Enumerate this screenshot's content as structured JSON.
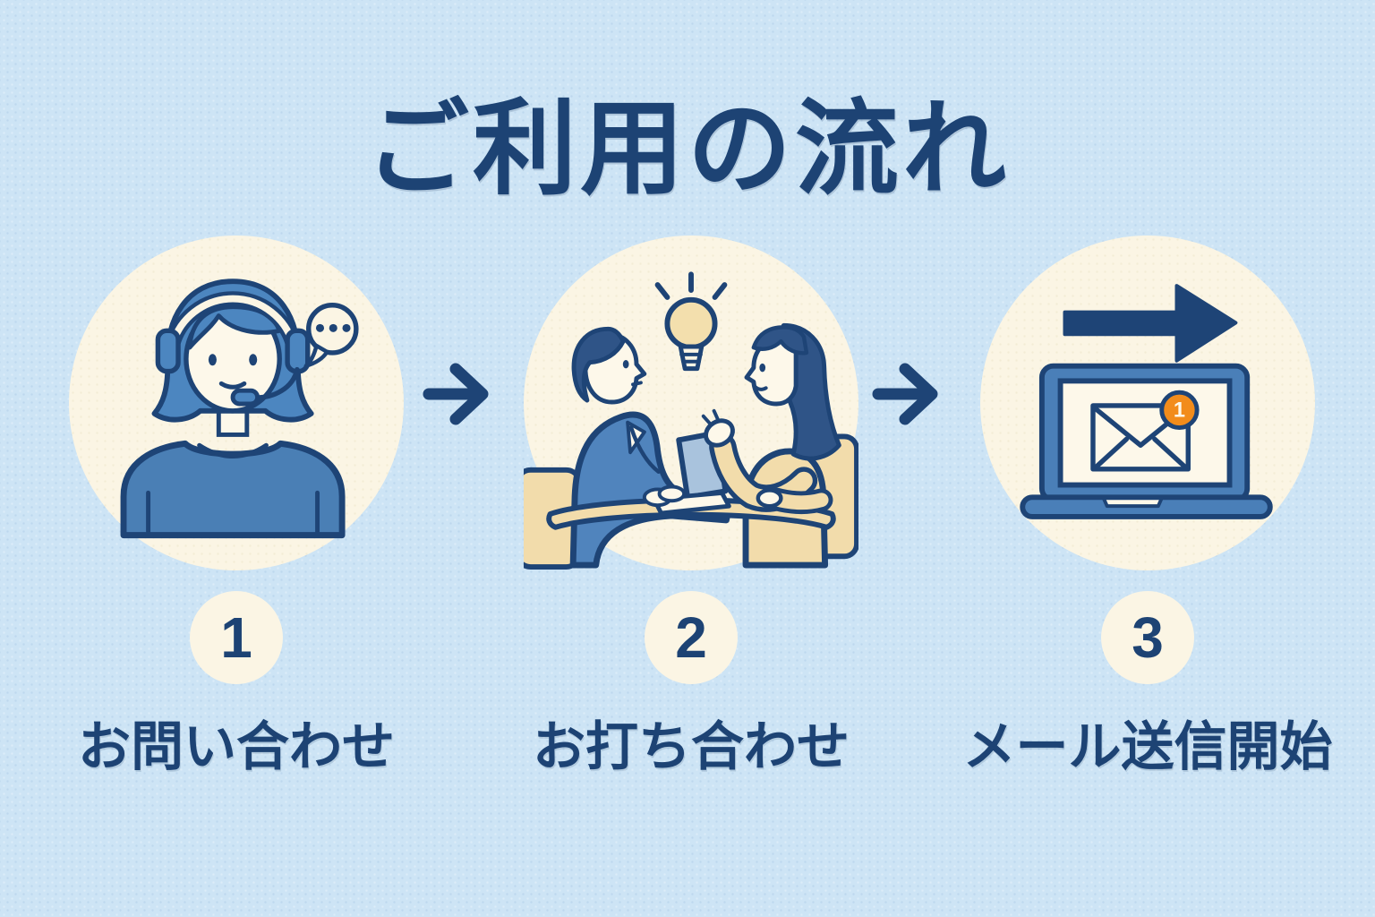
{
  "page": {
    "title": "ご利用の流れ"
  },
  "steps": [
    {
      "number": "1",
      "label": "お問い合わせ",
      "icon": "support-agent-headset-icon"
    },
    {
      "number": "2",
      "label": "お打ち合わせ",
      "icon": "meeting-discussion-lightbulb-icon"
    },
    {
      "number": "3",
      "label": "メール送信開始",
      "icon": "laptop-email-send-icon"
    }
  ],
  "badge": {
    "value": "1"
  },
  "colors": {
    "background": "#cde4f5",
    "navy": "#1e4476",
    "title_navy": "#1d4374",
    "medium_blue": "#4a7fb5",
    "suit_blue": "#5084bd",
    "hair_light_blue": "#4c86c0",
    "hair_navy": "#2f5487",
    "cream_circle": "#fbf5e4",
    "skin_cream": "#fdf8ea",
    "tan": "#f2dcab",
    "bulb_tan": "#f3dfad",
    "laptop_screen_blue": "#a9c3dd",
    "badge_orange": "#f28c1b"
  }
}
